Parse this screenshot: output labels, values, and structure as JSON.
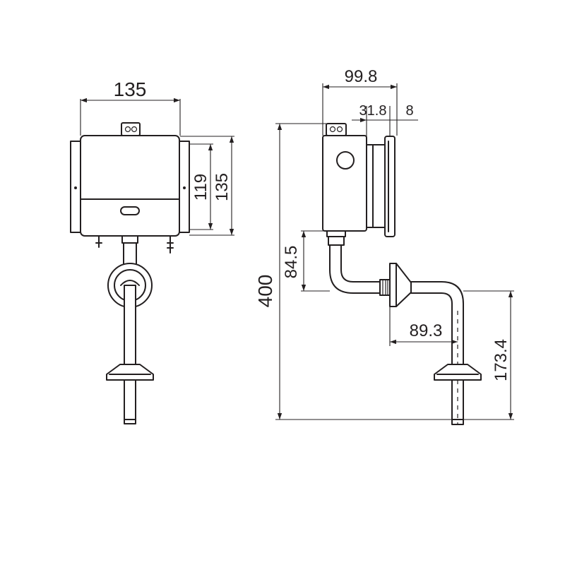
{
  "colors": {
    "line": "#231f20",
    "background": "#ffffff"
  },
  "front_view": {
    "width_label": "135",
    "inner_height_label": "119",
    "outer_height_label": "135"
  },
  "side_view": {
    "depth_label": "99.8",
    "flange_label": "31.8",
    "plate_label": "8",
    "outlet_label": "84.5",
    "total_height_label": "400",
    "offset_label": "89.3",
    "pipe_height_label": "173.4"
  }
}
